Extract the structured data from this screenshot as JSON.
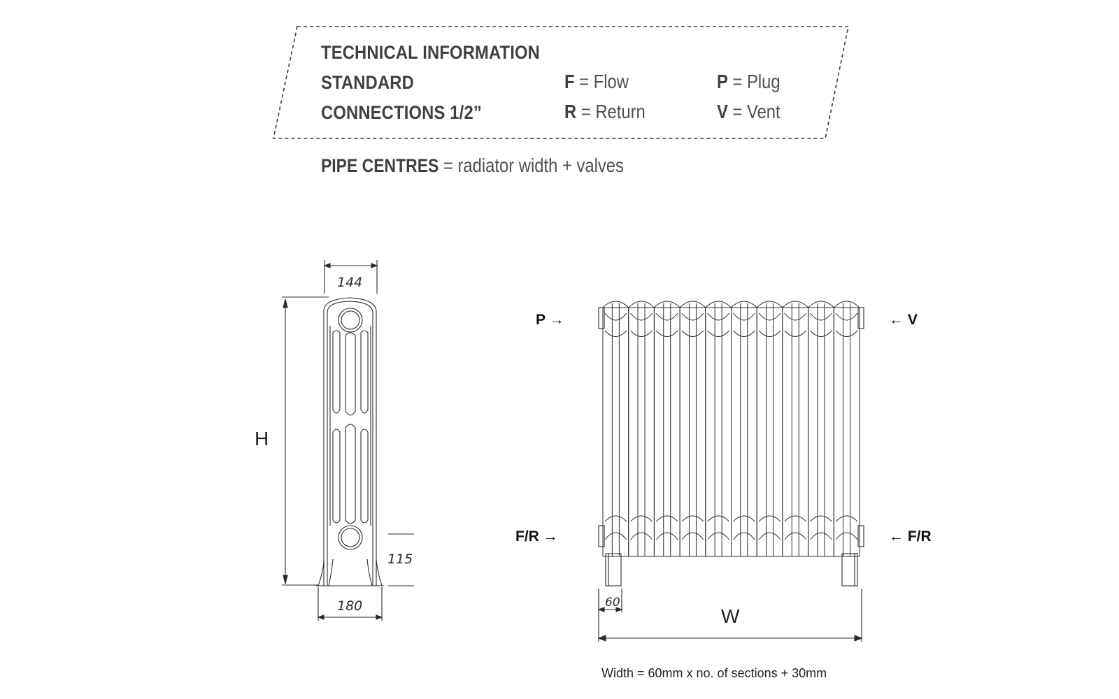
{
  "info": {
    "title": "TECHNICAL INFORMATION",
    "standard": "STANDARD",
    "connections": "CONNECTIONS 1/2”",
    "legend": [
      {
        "key": "F",
        "text": "= Flow"
      },
      {
        "key": "P",
        "text": "= Plug"
      },
      {
        "key": "R",
        "text": "= Return"
      },
      {
        "key": "V",
        "text": "= Vent"
      }
    ],
    "pipe_centres_key": "PIPE CENTRES",
    "pipe_centres_text": "= radiator width + valves"
  },
  "side_view": {
    "top_width": "144",
    "height_label": "H",
    "foot_height": "115",
    "base_width": "180"
  },
  "front_view": {
    "plug_label": "P →",
    "vent_label": "← V",
    "flow_return_left": "F/R →",
    "flow_return_right": "← F/R",
    "section_width": "60",
    "width_label": "W",
    "width_formula": "Width = 60mm x no. of sections + 30mm",
    "sections": 10
  },
  "colors": {
    "line": "#2b2b2b",
    "text": "#404040"
  }
}
